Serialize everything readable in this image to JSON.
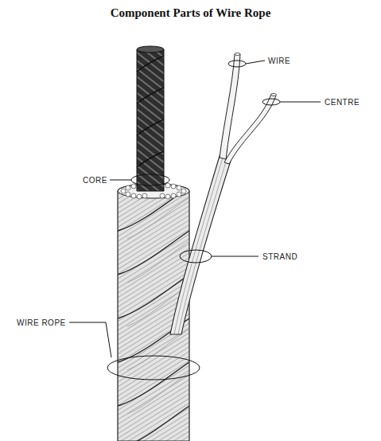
{
  "diagram": {
    "title": "Component Parts of Wire Rope",
    "labels": [
      "WIRE",
      "CORE",
      "CENTRE",
      "STRAND",
      "WIRE ROPE"
    ]
  }
}
